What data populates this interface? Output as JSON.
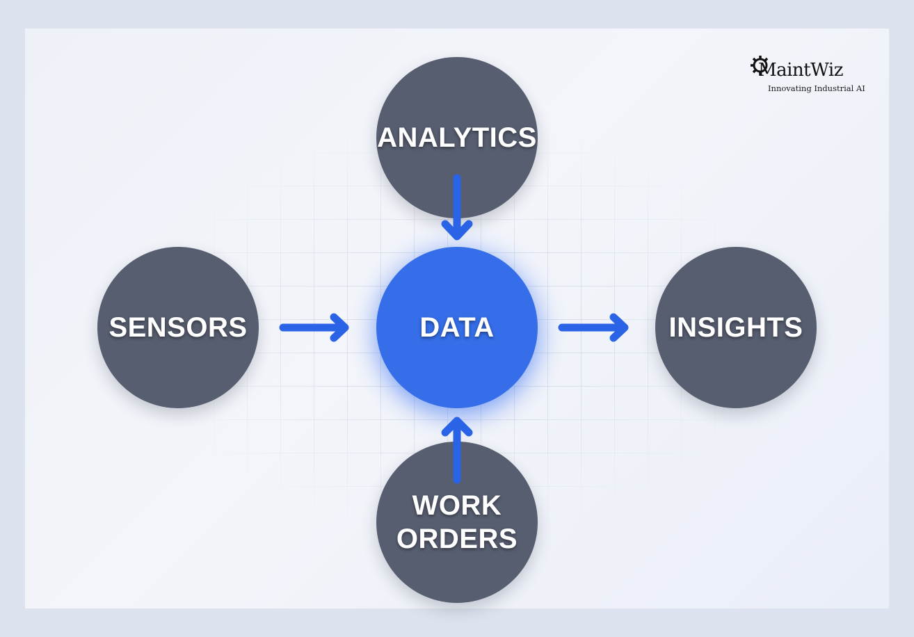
{
  "logo": {
    "name": "MaintWiz",
    "tagline": "Innovating Industrial AI",
    "icon": "gear-icon"
  },
  "nodes": {
    "analytics": "ANALYTICS",
    "sensors": "SENSORS",
    "data": "DATA",
    "insights": "INSIGHTS",
    "work_orders": "WORK\nORDERS"
  },
  "edges": [
    {
      "from": "analytics",
      "to": "data"
    },
    {
      "from": "sensors",
      "to": "data"
    },
    {
      "from": "work_orders",
      "to": "data"
    },
    {
      "from": "data",
      "to": "insights"
    }
  ],
  "colors": {
    "node": "#575e70",
    "center_node": "#356ee8",
    "arrow": "#2b63e6",
    "background": "#dde3ee"
  }
}
